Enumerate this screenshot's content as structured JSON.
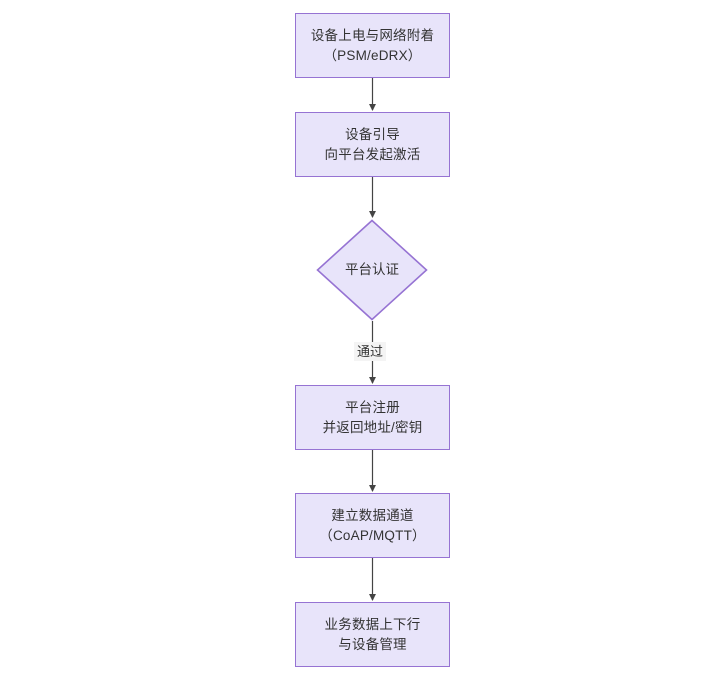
{
  "diagram": {
    "type": "flowchart",
    "orientation": "top-to-bottom",
    "title": "",
    "style": {
      "node_fill": "#e8e4fa",
      "node_border": "#9673d3",
      "text_color": "#333333",
      "edge_color": "#444444",
      "canvas_background": "#ffffff",
      "edge_label_background": "#f4f4f4"
    },
    "nodes": [
      {
        "id": "n1",
        "shape": "rect",
        "line1": "设备上电与网络附着",
        "line2": "（PSM/eDRX）"
      },
      {
        "id": "n2",
        "shape": "rect",
        "line1": "设备引导",
        "line2": "向平台发起激活"
      },
      {
        "id": "n3",
        "shape": "diamond",
        "line1": "平台认证",
        "line2": ""
      },
      {
        "id": "n4",
        "shape": "rect",
        "line1": "平台注册",
        "line2": "并返回地址/密钥"
      },
      {
        "id": "n5",
        "shape": "rect",
        "line1": "建立数据通道",
        "line2": "（CoAP/MQTT）"
      },
      {
        "id": "n6",
        "shape": "rect",
        "line1": "业务数据上下行",
        "line2": "与设备管理"
      }
    ],
    "edges": [
      {
        "id": "e1",
        "from": "n1",
        "to": "n2",
        "label": ""
      },
      {
        "id": "e2",
        "from": "n2",
        "to": "n3",
        "label": ""
      },
      {
        "id": "e3",
        "from": "n3",
        "to": "n4",
        "label": "通过"
      },
      {
        "id": "e4",
        "from": "n4",
        "to": "n5",
        "label": ""
      },
      {
        "id": "e5",
        "from": "n5",
        "to": "n6",
        "label": ""
      }
    ]
  }
}
